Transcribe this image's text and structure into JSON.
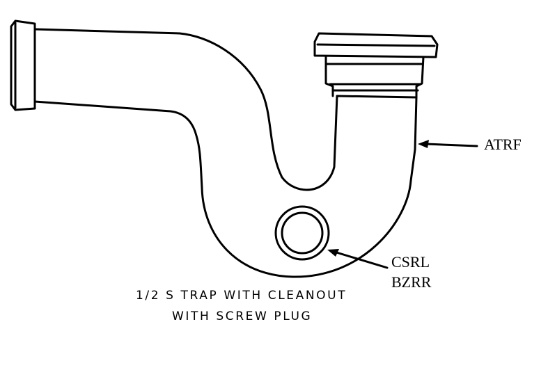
{
  "callouts": {
    "pipe_body": "ATRF",
    "cleanout_line1": "CSRL",
    "cleanout_line2": "BZRR"
  },
  "caption": {
    "line1": "1/2 S TRAP WITH CLEANOUT",
    "line2": "WITH SCREW PLUG"
  },
  "colors": {
    "ink": "#000000",
    "paper": "#ffffff"
  }
}
